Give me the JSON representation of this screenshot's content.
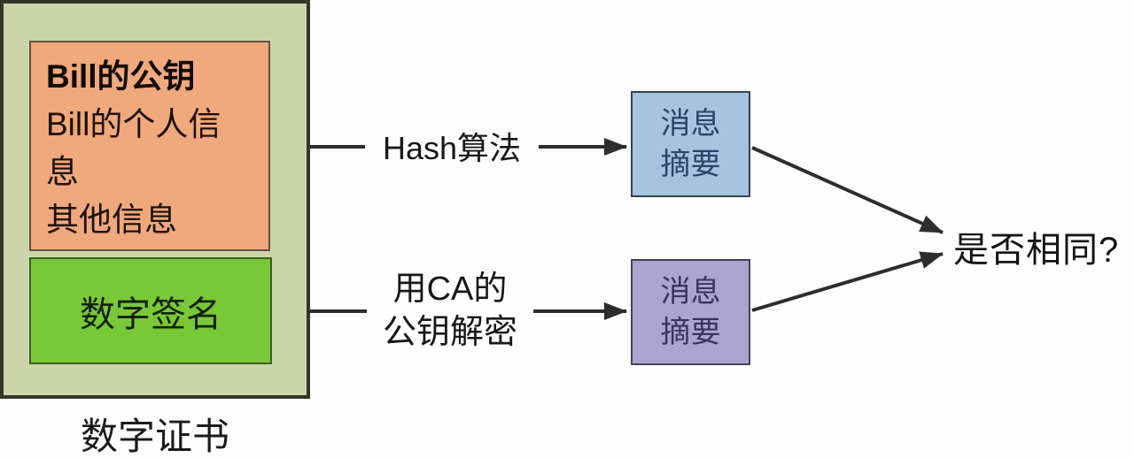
{
  "certificate": {
    "label": "数字证书",
    "info_box": {
      "lines": [
        "Bill的公钥",
        "Bill的个人信",
        "息",
        "其他信息"
      ]
    },
    "signature_box": {
      "label": "数字签名"
    }
  },
  "arrows": {
    "hash": {
      "label": "Hash算法"
    },
    "ca": {
      "line1": "用CA的",
      "line2": "公钥解密"
    }
  },
  "digests": {
    "top": {
      "line1": "消息",
      "line2": "摘要"
    },
    "bottom": {
      "line1": "消息",
      "line2": "摘要"
    }
  },
  "question": "是否相同?",
  "colors": {
    "certificate_bg": "#ccd5a9",
    "info_box_bg": "#f0a87d",
    "signature_box_bg": "#79c838",
    "digest_top_bg": "#a6c3e0",
    "digest_bottom_bg": "#aba4ce",
    "arrow": "#2d2d2d"
  }
}
